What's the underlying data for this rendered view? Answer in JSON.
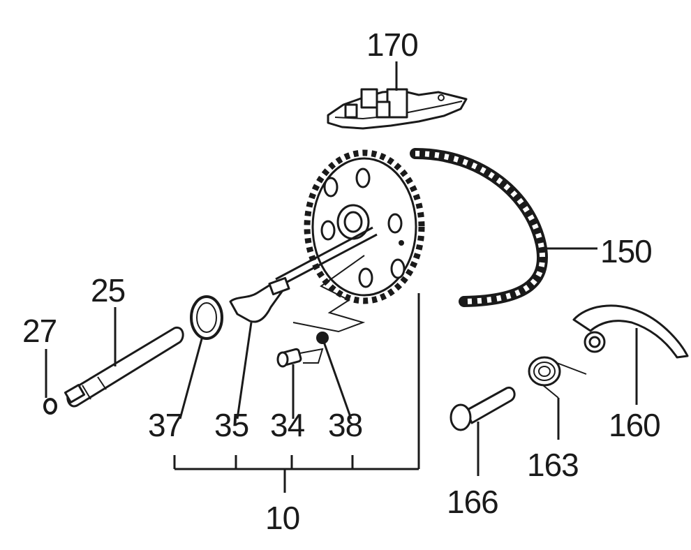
{
  "labels": {
    "l170": "170",
    "l150": "150",
    "l25": "25",
    "l27": "27",
    "l37": "37",
    "l35": "35",
    "l34": "34",
    "l38": "38",
    "l10": "10",
    "l160": "160",
    "l163": "163",
    "l166": "166"
  },
  "colors": {
    "ink": "#1a1a1a",
    "paper": "#ffffff"
  }
}
